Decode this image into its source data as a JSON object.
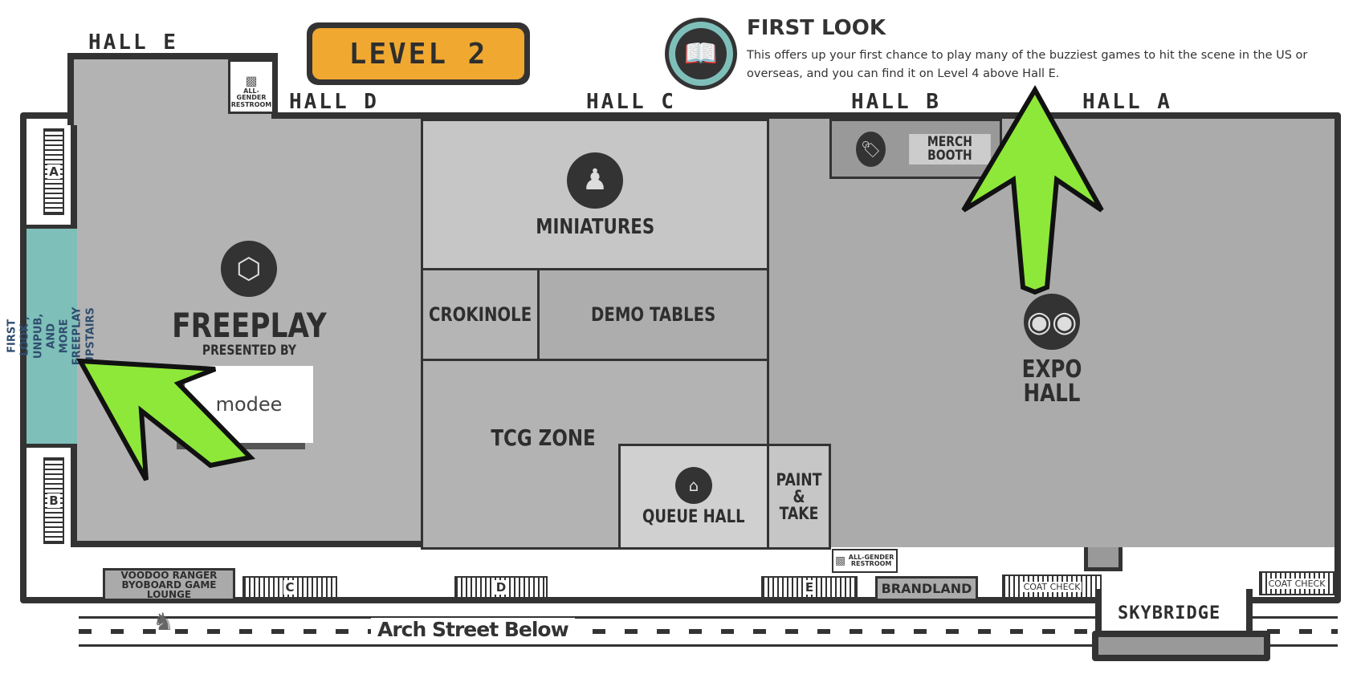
{
  "level": "LEVEL 2",
  "halls": [
    "HALL E",
    "HALL D",
    "HALL C",
    "HALL B",
    "HALL A"
  ],
  "first_look": {
    "title": "FIRST LOOK",
    "text": "This offers up your first chance to play many of  the buzziest games to hit the scene in the US or overseas, and you can find it on Level 4 above Hall E.",
    "icon": "book-icon"
  },
  "rooms": {
    "miniatures": "MINIATURES",
    "crokinole": "CROKINOLE",
    "demo": "DEMO TABLES",
    "tcg": "TCG ZONE",
    "queue": "QUEUE HALL",
    "paint": "PAINT & TAKE",
    "expo": "EXPO HALL",
    "merch": "MERCH BOOTH",
    "freeplay": "FREEPLAY",
    "presented": "PRESENTED BY",
    "sponsor": "modee"
  },
  "upstairs": "FIRST LOOK , UNPUB, AND MORE FREEPLAY UPSTAIRS",
  "restroom": "ALL-GENDER RESTROOM",
  "stairs": [
    "A",
    "B",
    "C",
    "D",
    "E"
  ],
  "lounge": "VOODOO RANGER BYOBOARD GAME LOUNGE",
  "brandland": "BRANDLAND",
  "coat_check": "COAT CHECK",
  "skybridge": "SKYBRIDGE",
  "street": "Arch Street Below",
  "colors": {
    "accent": "#f0a830",
    "teal": "#7fbfba",
    "arrow": "#8ee83a"
  }
}
